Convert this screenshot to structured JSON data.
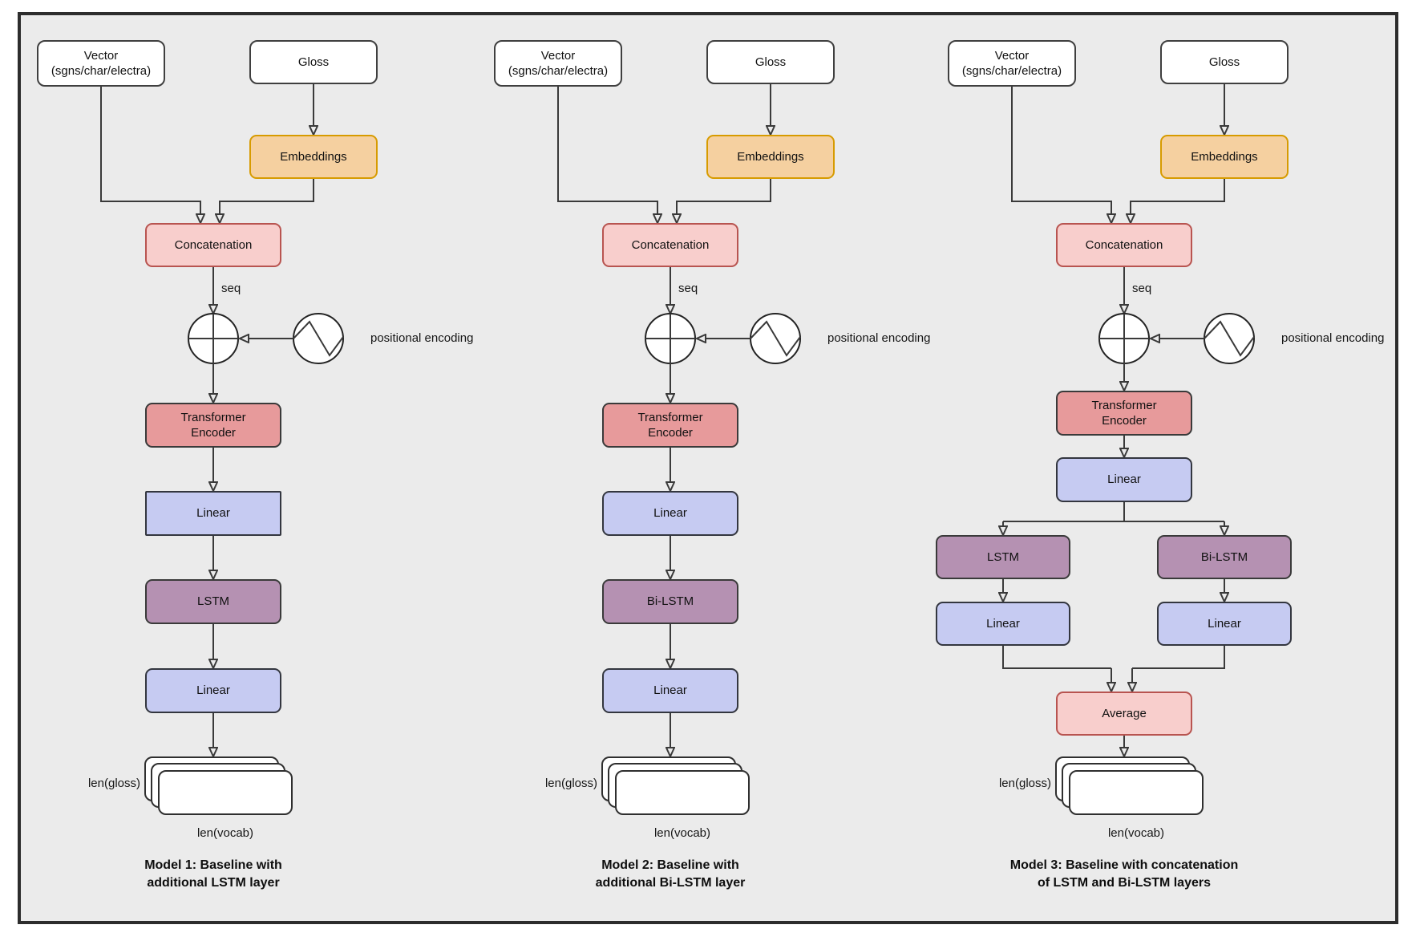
{
  "palette": {
    "canvas_background": "#ebebeb",
    "frame_border": "#2d2d2d",
    "io_box_fill": "#ffffff",
    "embeddings_fill": "#f5d0a0",
    "embeddings_border": "#d79b00",
    "concat_average_fill": "#f8cecc",
    "concat_average_border": "#b85450",
    "transformer_fill": "#e79a9b",
    "linear_fill": "#c6cbf2",
    "recurrent_fill": "#b591b2",
    "wire_color": "#3a3a3a"
  },
  "icons": {
    "sum_icon": "plus-in-circle",
    "positional_wave_icon": "zigzag-wave-in-circle",
    "arrowhead_icon": "filled-triangle"
  },
  "models": [
    {
      "vector_line1": "Vector",
      "vector_line2": "(sgns/char/electra)",
      "gloss": "Gloss",
      "embeddings": "Embeddings",
      "concatenation": "Concatenation",
      "seq": "seq",
      "positional_encoding": "positional encoding",
      "transformer_line1": "Transformer",
      "transformer_line2": "Encoder",
      "linear1": "Linear",
      "recurrent": "LSTM",
      "linear2": "Linear",
      "len_gloss": "len(gloss)",
      "len_vocab": "len(vocab)",
      "caption_line1": "Model 1: Baseline with",
      "caption_line2": "additional LSTM layer"
    },
    {
      "vector_line1": "Vector",
      "vector_line2": "(sgns/char/electra)",
      "gloss": "Gloss",
      "embeddings": "Embeddings",
      "concatenation": "Concatenation",
      "seq": "seq",
      "positional_encoding": "positional encoding",
      "transformer_line1": "Transformer",
      "transformer_line2": "Encoder",
      "linear1": "Linear",
      "recurrent": "Bi-LSTM",
      "linear2": "Linear",
      "len_gloss": "len(gloss)",
      "len_vocab": "len(vocab)",
      "caption_line1": "Model 2: Baseline with",
      "caption_line2": "additional Bi-LSTM layer"
    },
    {
      "vector_line1": "Vector",
      "vector_line2": "(sgns/char/electra)",
      "gloss": "Gloss",
      "embeddings": "Embeddings",
      "concatenation": "Concatenation",
      "seq": "seq",
      "positional_encoding": "positional encoding",
      "transformer_line1": "Transformer",
      "transformer_line2": "Encoder",
      "linear1": "Linear",
      "branch_left_recurrent": "LSTM",
      "branch_right_recurrent": "Bi-LSTM",
      "branch_left_linear": "Linear",
      "branch_right_linear": "Linear",
      "average": "Average",
      "len_gloss": "len(gloss)",
      "len_vocab": "len(vocab)",
      "caption_line1": "Model 3: Baseline with concatenation",
      "caption_line2": "of LSTM and Bi-LSTM layers"
    }
  ]
}
